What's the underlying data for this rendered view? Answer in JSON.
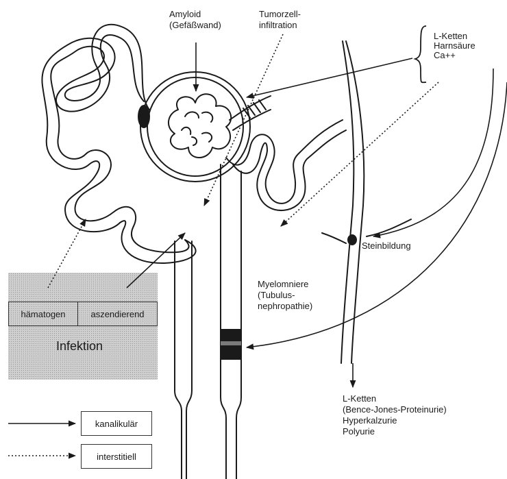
{
  "labels": {
    "amyloid": [
      "Amyloid",
      "(Gefäßwand)"
    ],
    "tumorzell": [
      "Tumorzell-",
      "infiltration"
    ],
    "deposits": [
      "L-Ketten",
      "Harnsäure",
      "Ca++"
    ],
    "steinbildung": "Steinbildung",
    "myelomniere": [
      "Myelomniere",
      "(Tubulus-",
      "nephropathie)"
    ],
    "urine": [
      "L-Ketten",
      "(Bence-Jones-Proteinurie)",
      "Hyperkalzurie",
      "Polyurie"
    ]
  },
  "infection": {
    "title": "Infektion",
    "routes": [
      "hämatogen",
      "aszendierend"
    ]
  },
  "legend": [
    {
      "label": "kanalikulär",
      "line_style": "solid"
    },
    {
      "label": "interstitiell",
      "line_style": "dotted"
    }
  ],
  "colors": {
    "ink": "#1a1a1a",
    "panel": "#cfcfcf",
    "background": "#ffffff"
  }
}
